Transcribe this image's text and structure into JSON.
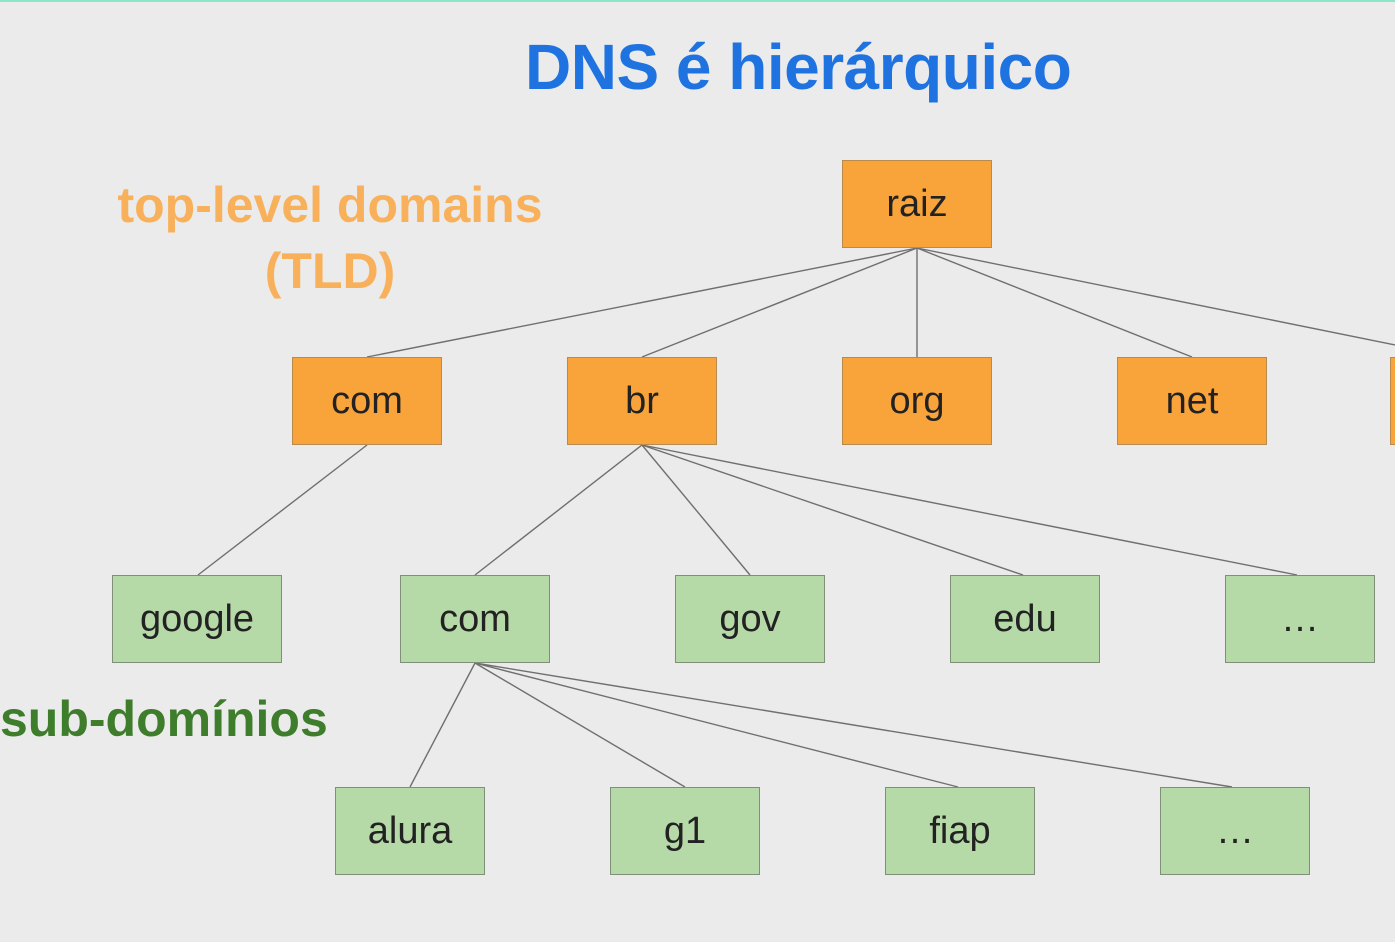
{
  "title": "DNS é hierárquico",
  "labels": {
    "tld_line1": "top-level domains",
    "tld_line2": "(TLD)",
    "subdomains": "sub-domínios"
  },
  "colors": {
    "title": "#1f73e0",
    "tld_label": "#f8b15a",
    "sub_label": "#3e7d2b",
    "tld_box": "#f9a43a",
    "sub_box": "#b6d9a8",
    "edge": "#6f6f6f"
  },
  "tree": {
    "root": {
      "id": "raiz",
      "label": "raiz"
    },
    "tlds": [
      {
        "id": "com",
        "label": "com"
      },
      {
        "id": "br",
        "label": "br"
      },
      {
        "id": "org",
        "label": "org"
      },
      {
        "id": "net",
        "label": "net"
      },
      {
        "id": "tld-cut",
        "label": ""
      }
    ],
    "level2": [
      {
        "id": "google",
        "label": "google",
        "parent": "com"
      },
      {
        "id": "br-com",
        "label": "com",
        "parent": "br"
      },
      {
        "id": "gov",
        "label": "gov",
        "parent": "br"
      },
      {
        "id": "edu",
        "label": "edu",
        "parent": "br"
      },
      {
        "id": "br-more",
        "label": "…",
        "parent": "br"
      }
    ],
    "level3": [
      {
        "id": "alura",
        "label": "alura",
        "parent": "br-com"
      },
      {
        "id": "g1",
        "label": "g1",
        "parent": "br-com"
      },
      {
        "id": "fiap",
        "label": "fiap",
        "parent": "br-com"
      },
      {
        "id": "com-more",
        "label": "…",
        "parent": "br-com"
      }
    ]
  }
}
